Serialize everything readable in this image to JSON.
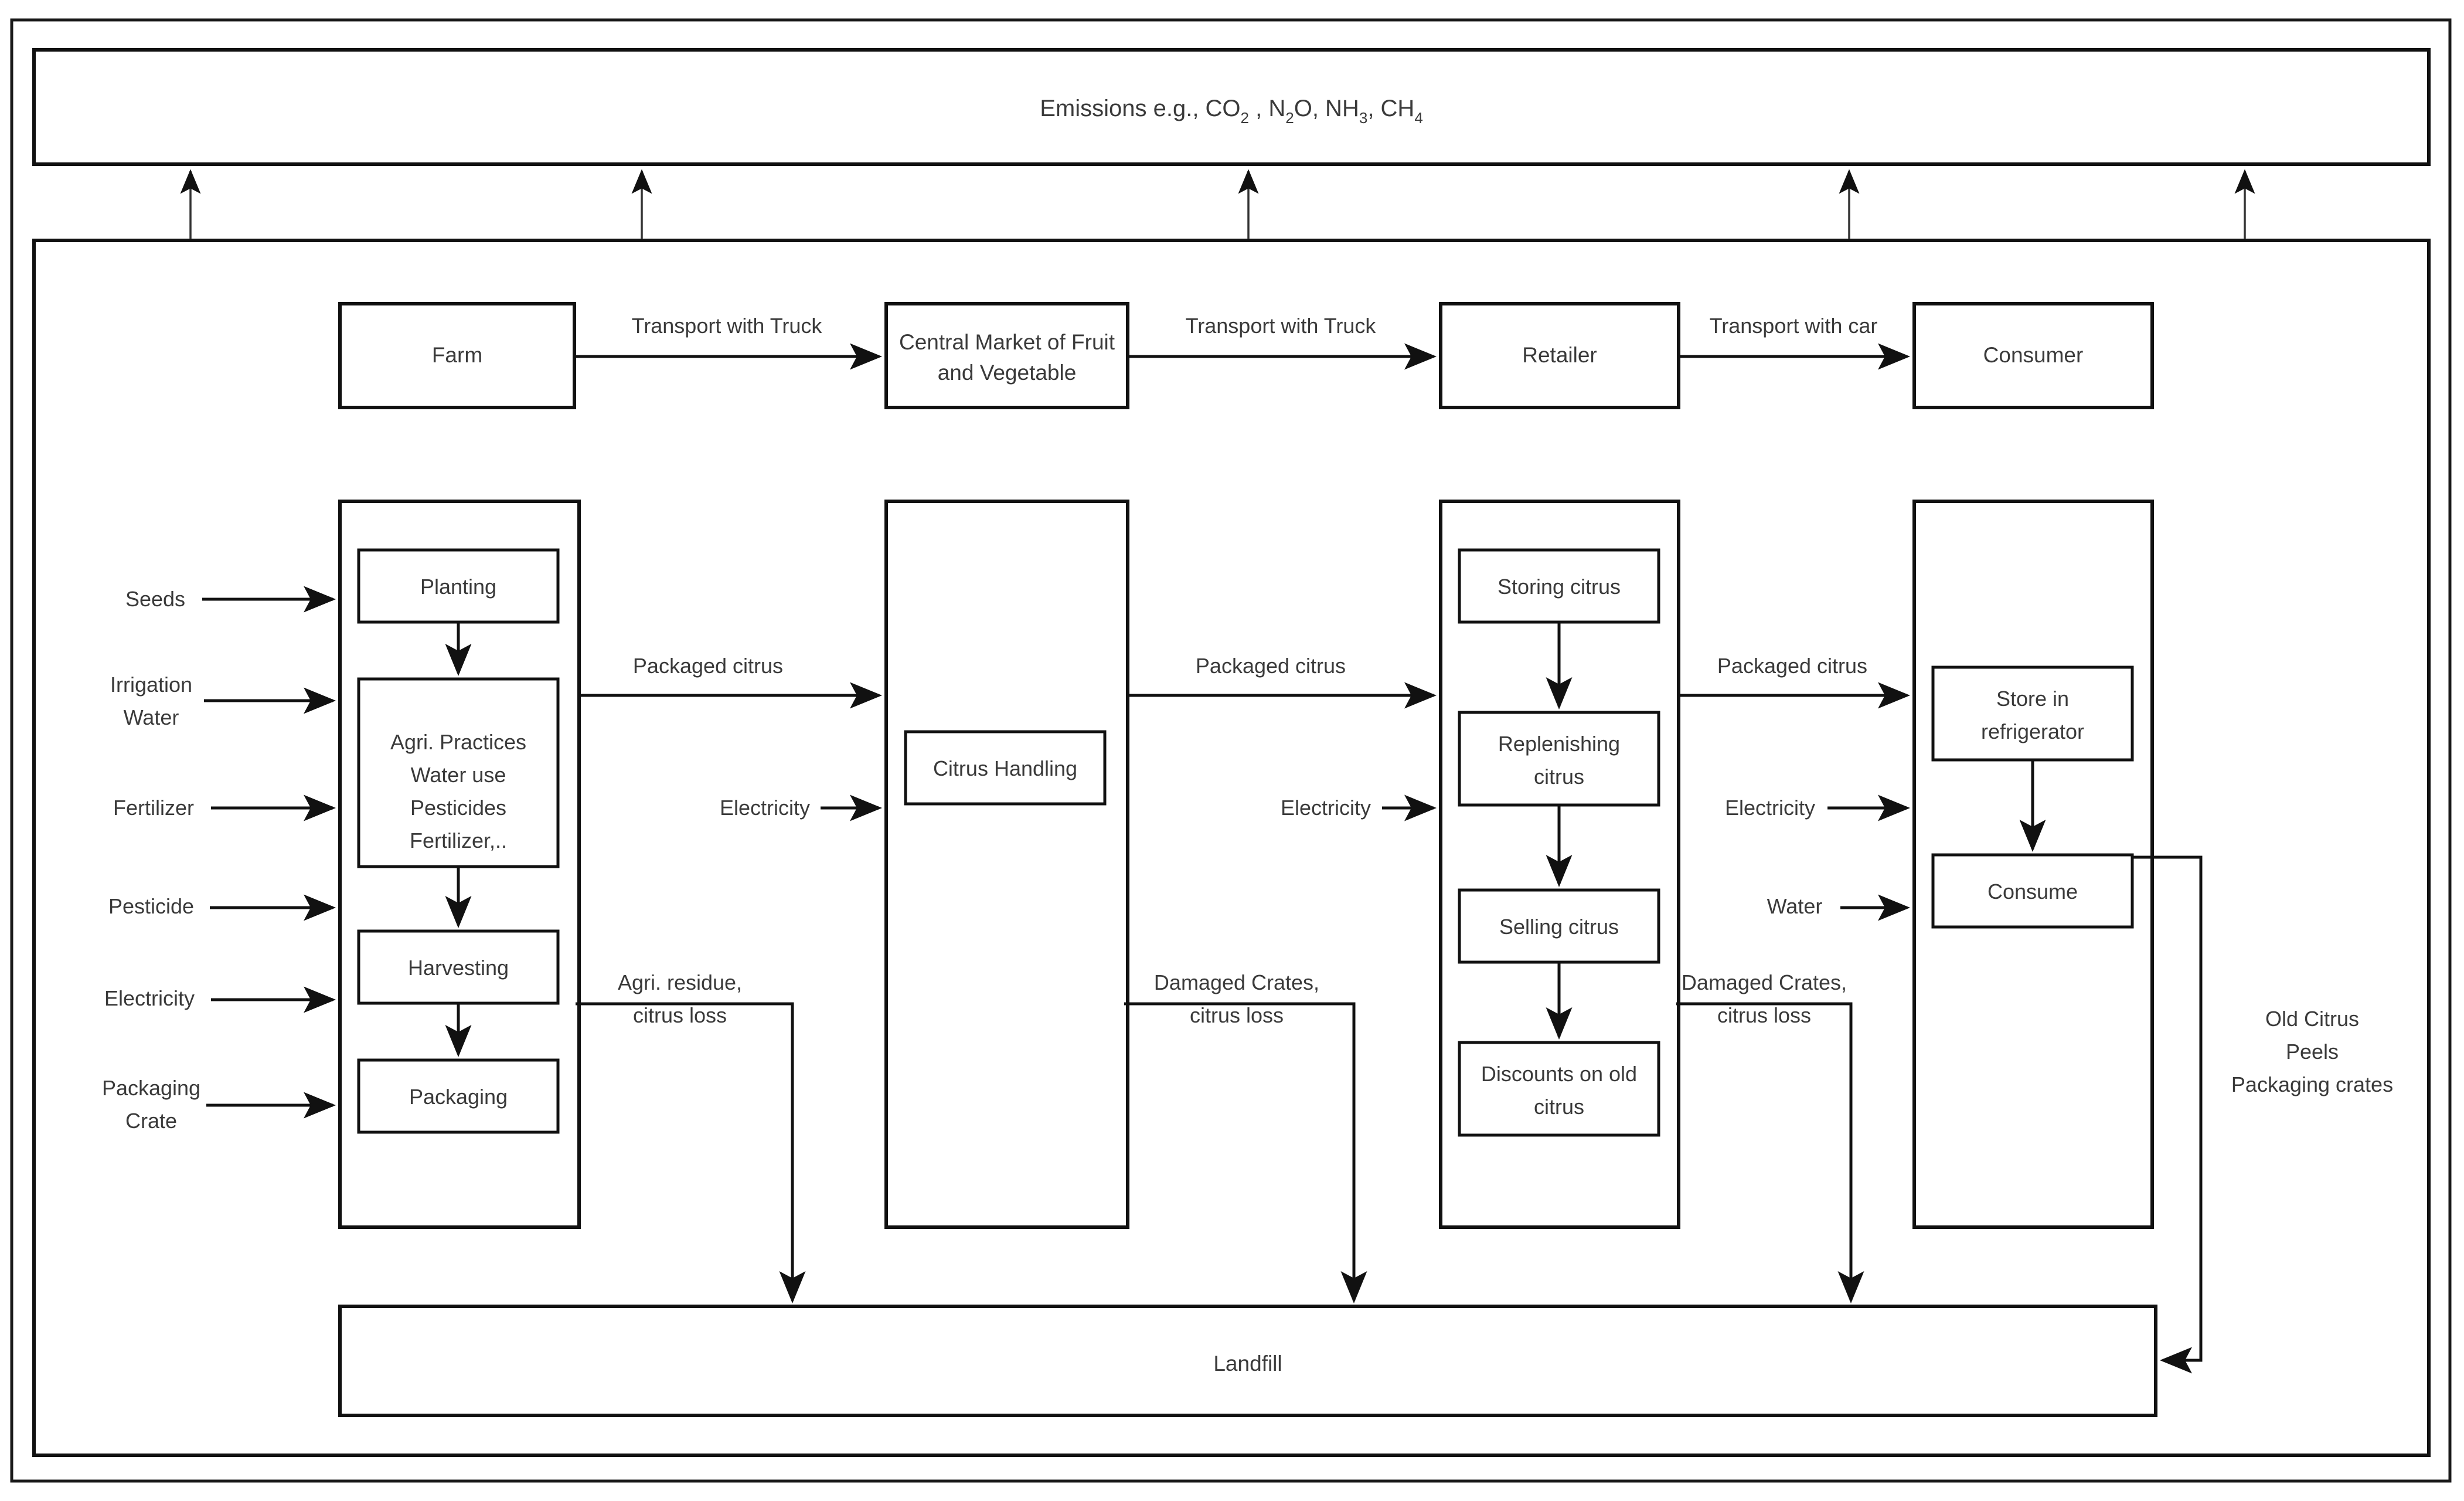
{
  "diagram": {
    "emissions_banner": {
      "prefix": "Emissions e.g., CO",
      "sub1": "2",
      "mid1": " , N",
      "sub2": "2",
      "mid2": "O, NH",
      "sub3": "3",
      "mid3": ", CH",
      "sub4": "4"
    },
    "supply_chain": {
      "nodes": [
        {
          "id": "farm",
          "label": "Farm"
        },
        {
          "id": "central-market",
          "label": "Central Market of Fruit and Vegetable",
          "line1": "Central Market of Fruit",
          "line2": "and Vegetable"
        },
        {
          "id": "retailer",
          "label": "Retailer"
        },
        {
          "id": "consumer",
          "label": "Consumer"
        }
      ],
      "transport_labels": [
        {
          "id": "farm-to-market",
          "label": "Transport with Truck"
        },
        {
          "id": "market-to-retailer",
          "label": "Transport with Truck"
        },
        {
          "id": "retailer-to-consumer",
          "label": "Transport with car"
        }
      ]
    },
    "stage_columns": [
      {
        "id": "farm-stage",
        "steps": [
          {
            "id": "planting",
            "label": "Planting"
          },
          {
            "id": "agri-practices",
            "lines": [
              "Agri. Practices",
              "Water use",
              "Pesticides",
              "Fertilizer,.."
            ]
          },
          {
            "id": "harvesting",
            "label": "Harvesting"
          },
          {
            "id": "packaging",
            "label": "Packaging"
          }
        ]
      },
      {
        "id": "market-stage",
        "steps": [
          {
            "id": "citrus-handling",
            "label": "Citrus Handling"
          }
        ]
      },
      {
        "id": "retailer-stage",
        "steps": [
          {
            "id": "storing-citrus",
            "label": "Storing citrus"
          },
          {
            "id": "replenishing-citrus",
            "lines": [
              "Replenishing",
              "citrus"
            ]
          },
          {
            "id": "selling-citrus",
            "label": "Selling citrus"
          },
          {
            "id": "discounts-old-citrus",
            "lines": [
              "Discounts on old",
              "citrus"
            ]
          }
        ]
      },
      {
        "id": "consumer-stage",
        "steps": [
          {
            "id": "store-in-refrigerator",
            "lines": [
              "Store in",
              "refrigerator"
            ]
          },
          {
            "id": "consume",
            "label": "Consume"
          }
        ]
      }
    ],
    "farm_inputs": [
      {
        "id": "seeds",
        "label": "Seeds"
      },
      {
        "id": "irrigation-water",
        "lines": [
          "Irrigation",
          "Water"
        ]
      },
      {
        "id": "fertilizer",
        "label": "Fertilizer"
      },
      {
        "id": "pesticide",
        "label": "Pesticide"
      },
      {
        "id": "electricity",
        "label": "Electricity"
      },
      {
        "id": "packaging-crate",
        "lines": [
          "Packaging",
          "Crate"
        ]
      }
    ],
    "flow_labels": {
      "packaged_citrus_1": "Packaged citrus",
      "packaged_citrus_2": "Packaged citrus",
      "packaged_citrus_3": "Packaged citrus",
      "electricity_market": "Electricity",
      "electricity_retailer": "Electricity",
      "electricity_consumer": "Electricity",
      "water_consumer": "Water"
    },
    "waste_labels": [
      {
        "id": "farm-waste",
        "lines": [
          "Agri. residue,",
          "citrus loss"
        ]
      },
      {
        "id": "market-waste",
        "lines": [
          "Damaged Crates,",
          "citrus loss"
        ]
      },
      {
        "id": "retailer-waste",
        "lines": [
          "Damaged Crates,",
          "citrus loss"
        ]
      },
      {
        "id": "consumer-waste",
        "lines": [
          "Old Citrus",
          "Peels",
          "Packaging crates"
        ]
      }
    ],
    "landfill": {
      "label": "Landfill"
    },
    "colors": {
      "stroke": "#111111",
      "text": "#3a3a3a",
      "background": "#ffffff"
    }
  }
}
